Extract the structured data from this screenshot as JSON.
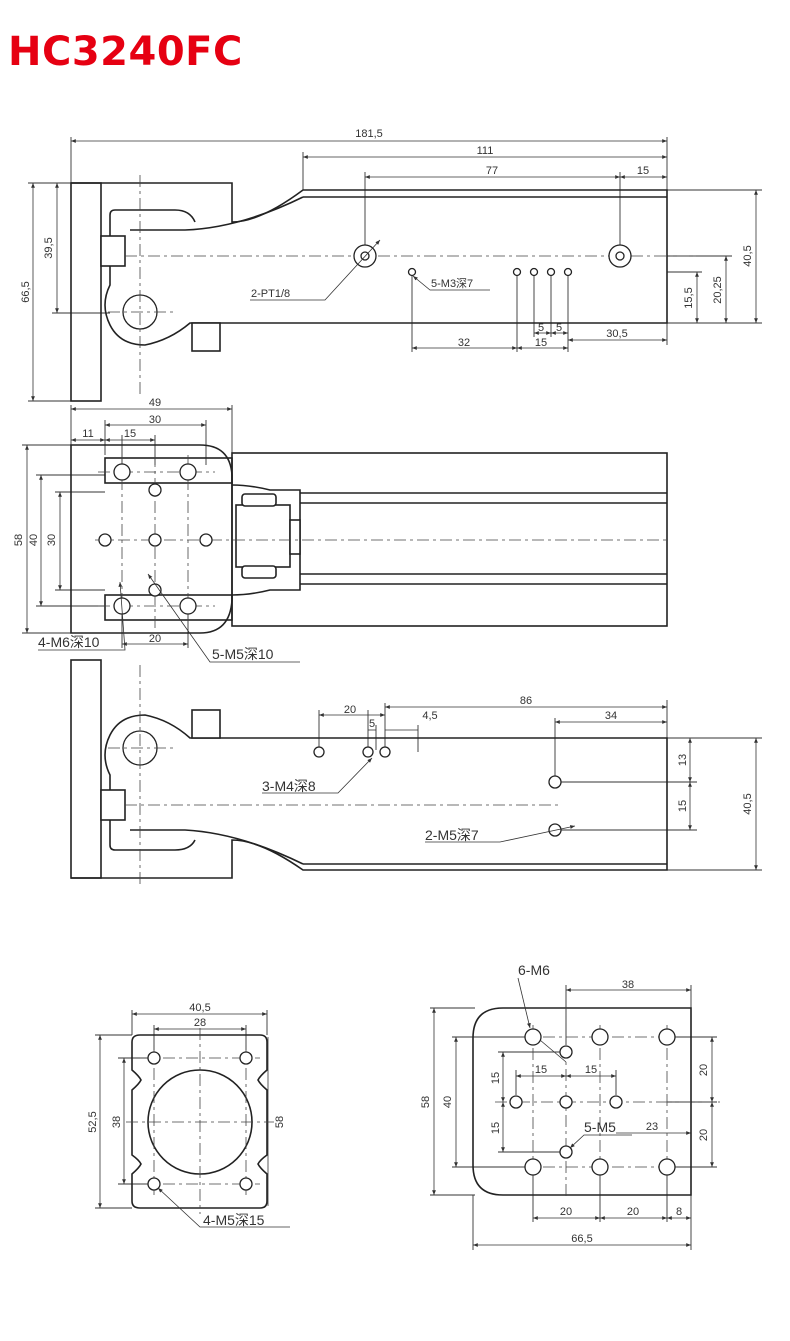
{
  "title": "HC3240FC",
  "top_view": {
    "dims": {
      "overall": "181,5",
      "rail": "111",
      "holes_span": "77",
      "end_offset": "15",
      "height_left": "66,5",
      "pivot_height": "39,5",
      "height_right": "40,5",
      "h_15_5": "15,5",
      "h_20_25": "20,25",
      "d32": "32",
      "d15": "15",
      "d5a": "5",
      "d5b": "5",
      "d30_5": "30,5"
    },
    "notes": {
      "port": "2-PT1/8",
      "tap": "5-M3深7"
    }
  },
  "side_view": {
    "dims": {
      "w49": "49",
      "w30": "30",
      "w11": "11",
      "w15": "15",
      "w20": "20",
      "h58": "58",
      "h40": "40",
      "h30": "30"
    },
    "notes": {
      "m6": "4-M6深10",
      "m5": "5-M5深10"
    }
  },
  "bottom_view": {
    "dims": {
      "d20": "20",
      "d5": "5",
      "d4_5": "4,5",
      "d86": "86",
      "d34": "34",
      "h13": "13",
      "h15": "15",
      "h40_5": "40,5"
    },
    "notes": {
      "m4": "3-M4深8",
      "m5": "2-M5深7"
    }
  },
  "flange_view": {
    "dims": {
      "w40_5": "40,5",
      "w28": "28",
      "h52_5": "52,5",
      "h38": "38",
      "h58": "58"
    },
    "notes": {
      "m5": "4-M5深15"
    }
  },
  "plate_view": {
    "dims": {
      "w38": "38",
      "h58": "58",
      "h40": "40",
      "s15a": "15",
      "s15b": "15",
      "v15a": "15",
      "v15b": "15",
      "r20a": "20",
      "r20b": "20",
      "d23": "23",
      "b20a": "20",
      "b20b": "20",
      "b8": "8",
      "w66_5": "66,5"
    },
    "notes": {
      "m6": "6-M6",
      "m5": "5-M5"
    }
  }
}
